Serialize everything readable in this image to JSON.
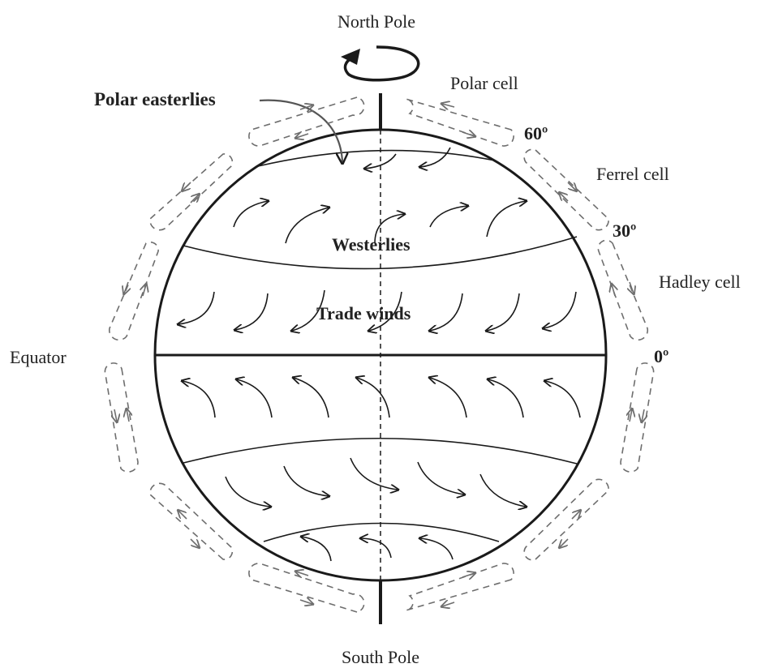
{
  "labels": {
    "north_pole": "North Pole",
    "south_pole": "South Pole",
    "polar_cell": "Polar cell",
    "ferrel_cell": "Ferrel cell",
    "hadley_cell": "Hadley cell",
    "lat_60": "60º",
    "lat_30": "30º",
    "lat_0": "0º",
    "equator": "Equator",
    "polar_easterlies": "Polar easterlies",
    "westerlies": "Westerlies",
    "trade_winds": "Trade winds"
  },
  "colors": {
    "outline": "#1a1a1a",
    "cell_arrows": "#6e6e6e",
    "text": "#222222"
  }
}
